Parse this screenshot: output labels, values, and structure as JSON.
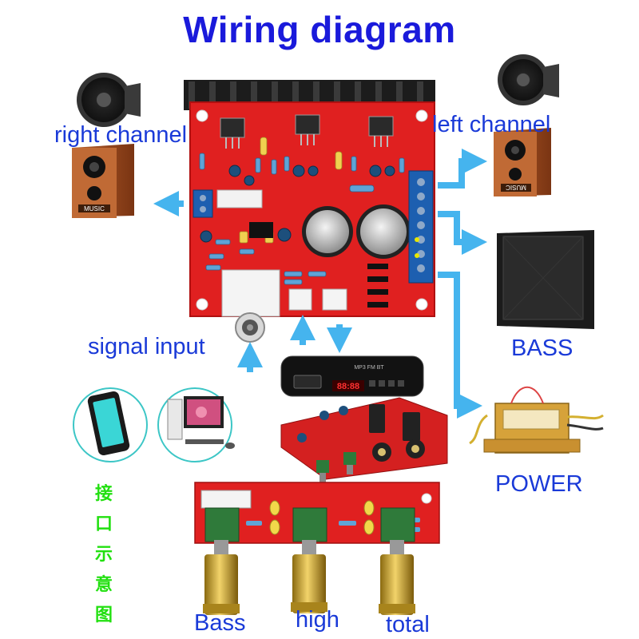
{
  "title": "Wiring diagram",
  "labels": {
    "right_channel": "right channel",
    "left_channel": "left channel",
    "bass": "BASS",
    "power": "POWER",
    "signal_input": "signal input",
    "knob_bass": "Bass",
    "knob_high": "high",
    "knob_total": "total"
  },
  "side_text": [
    "接",
    "口",
    "示",
    "意",
    "图"
  ],
  "speaker_text": {
    "right": "MUSIC",
    "left": "MUSIC"
  },
  "board_text": {
    "player_display": "88:88",
    "player_brand": "MP3 FM BT"
  },
  "colors": {
    "title": "#1a1adb",
    "label": "#1a3ad8",
    "arrow": "#45b4ee",
    "pcb": "#e02020",
    "side_text": "#22e010"
  }
}
